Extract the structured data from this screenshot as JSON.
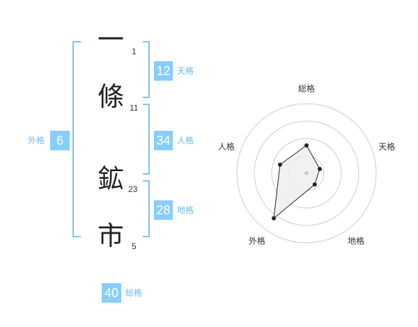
{
  "name_chars": [
    {
      "char": "一",
      "strokes": "1"
    },
    {
      "char": "條",
      "strokes": "11"
    },
    {
      "char": "鉱",
      "strokes": "23"
    },
    {
      "char": "市",
      "strokes": "5"
    }
  ],
  "kakusu": {
    "tenkaku": {
      "value": "12",
      "label": "天格"
    },
    "jinkaku": {
      "value": "34",
      "label": "人格"
    },
    "chikaku": {
      "value": "28",
      "label": "地格"
    },
    "gaikaku": {
      "value": "6",
      "label": "外格"
    },
    "soukaku": {
      "value": "40",
      "label": "総格"
    }
  },
  "chart_data": {
    "type": "radar",
    "axes": [
      "総格",
      "天格",
      "地格",
      "外格",
      "人格"
    ],
    "values": [
      2,
      1,
      1,
      4,
      2
    ],
    "range": [
      0,
      5
    ],
    "rings": 4,
    "colors": {
      "fill": "#eeeeee",
      "line": "#222222",
      "ring": "#cccccc",
      "center": "#cccccc"
    }
  }
}
